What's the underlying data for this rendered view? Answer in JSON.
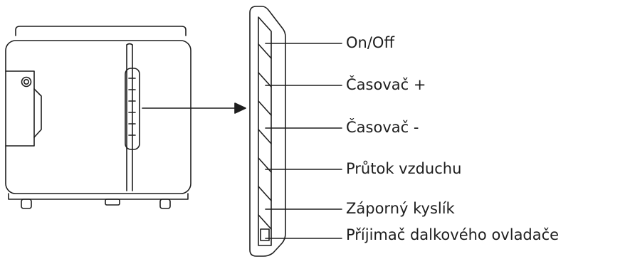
{
  "labels": [
    "On/Off",
    "Časovač +",
    "Časovač -",
    "Průtok vzduchu",
    "Záporný kyslík",
    "Příjimač dalkového ovladače"
  ],
  "colors": {
    "stroke": "#1e1e1e",
    "background": "#ffffff"
  }
}
